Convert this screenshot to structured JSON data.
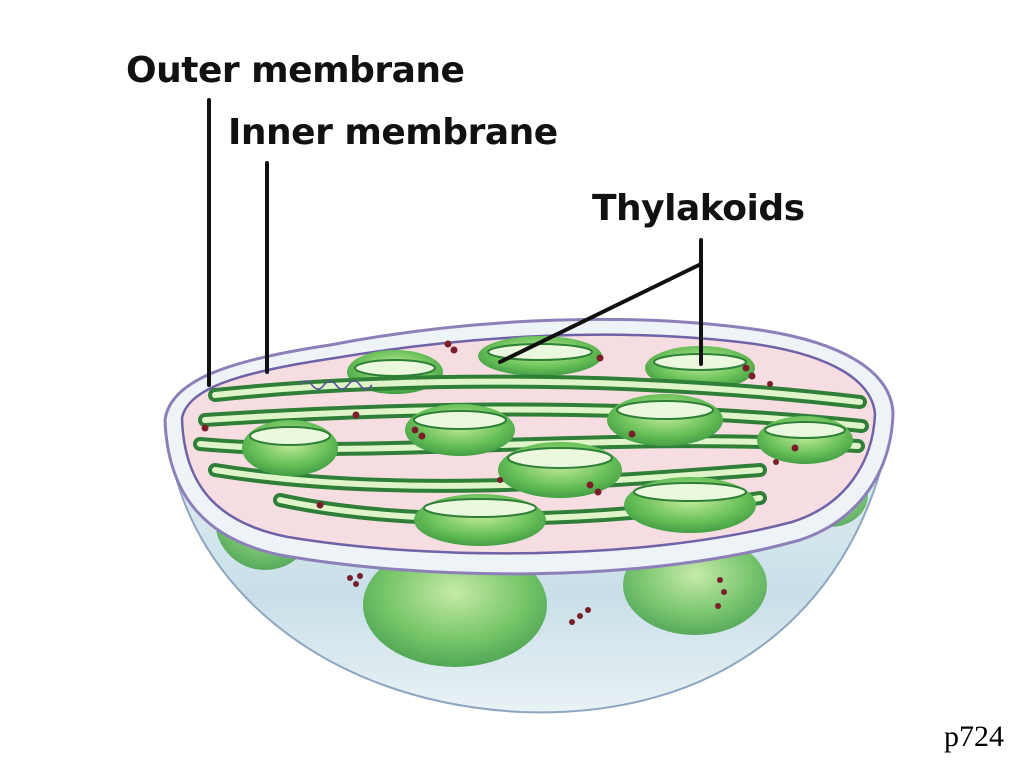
{
  "labels": {
    "outer_membrane": "Outer membrane",
    "inner_membrane": "Inner membrane",
    "thylakoids": "Thylakoids"
  },
  "page_ref": "p724",
  "colors": {
    "outer_membrane": "#8d80b8",
    "stroma": "#f6dde2",
    "thylakoid_green": "#4fae4a",
    "thylakoid_light": "#c8ecb0",
    "envelope_glass": "#cfe3ec",
    "ribosome": "#7a1f2a"
  }
}
